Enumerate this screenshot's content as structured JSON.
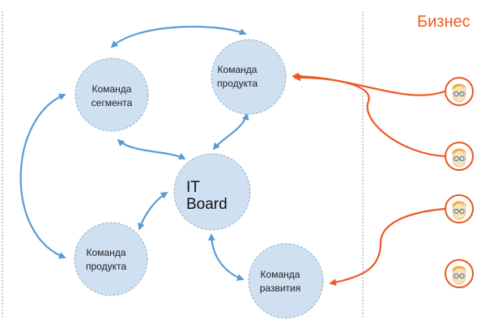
{
  "header": {
    "title": "Бизнес"
  },
  "colors": {
    "node_fill": "#cfe0f1",
    "node_stroke": "#8fb2d6",
    "blue_arrow": "#5a9bd5",
    "orange_arrow": "#ec5b24",
    "title": "#ec5b24",
    "divider": "#9a9a9a",
    "face_skin": "#fde2b2",
    "face_hair": "#f4a93a",
    "face_stroke": "#e8551c",
    "glasses": "#4c7fb0"
  },
  "nodes": {
    "segment_team": {
      "line1": "Команда",
      "line2": "сегмента"
    },
    "product_team_top": {
      "line1": "Команда",
      "line2": "продукта"
    },
    "it_board": {
      "line1": "IT",
      "line2": "Board"
    },
    "product_team_bottom": {
      "line1": "Команда",
      "line2": "продукта"
    },
    "development_team": {
      "line1": "Команда",
      "line2": "развития"
    }
  },
  "business_people": [
    {
      "icon": "person-icon"
    },
    {
      "icon": "person-icon"
    },
    {
      "icon": "person-icon"
    },
    {
      "icon": "person-icon"
    }
  ],
  "connections": [
    {
      "from": "segment_team",
      "to": "product_team_top",
      "type": "bidirectional"
    },
    {
      "from": "segment_team",
      "to": "product_team_bottom",
      "type": "bidirectional"
    },
    {
      "from": "segment_team",
      "to": "it_board",
      "type": "bidirectional"
    },
    {
      "from": "product_team_top",
      "to": "it_board",
      "type": "bidirectional"
    },
    {
      "from": "product_team_bottom",
      "to": "it_board",
      "type": "bidirectional"
    },
    {
      "from": "it_board",
      "to": "development_team",
      "type": "bidirectional"
    },
    {
      "from": "business_person_1",
      "to": "product_team_top",
      "type": "request"
    },
    {
      "from": "business_person_2",
      "to": "product_team_top",
      "type": "request"
    },
    {
      "from": "business_person_3",
      "to": "development_team",
      "type": "request"
    }
  ]
}
